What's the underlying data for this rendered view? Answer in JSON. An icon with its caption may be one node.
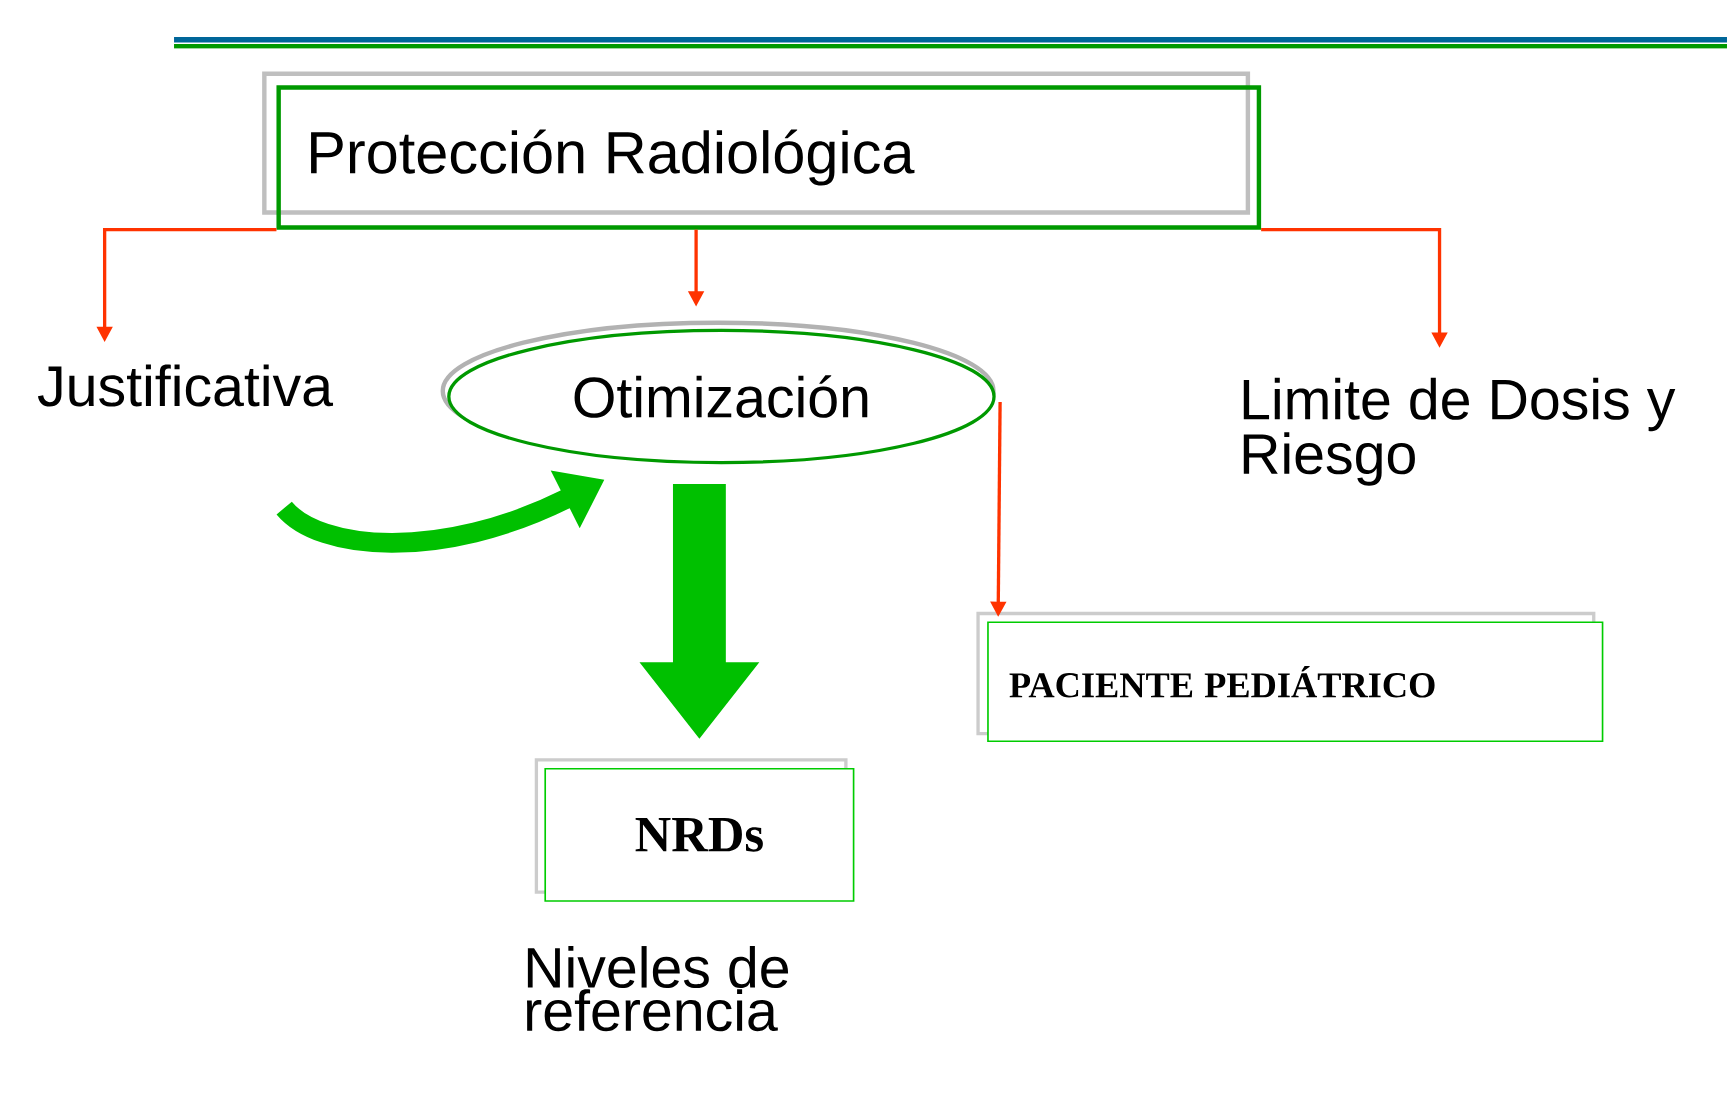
{
  "diagram": {
    "nodes": [
      {
        "text": [
          "Protección Radiológica"
        ]
      },
      {
        "text": [
          "Justificativa"
        ]
      },
      {
        "text": [
          "Otimización"
        ]
      },
      {
        "text": [
          "Limite de Dosis y Riesgo"
        ]
      },
      {
        "text": [
          "PACIENTE PEDIÁTRICO"
        ]
      },
      {
        "text": [
          "NRDs"
        ],
        "beside": [
          "Niveles de referencia"
        ]
      }
    ],
    "edges": [
      {
        "from": 0,
        "to": 1,
        "arrow": "to"
      },
      {
        "from": 0,
        "to": 2,
        "arrow": "to"
      },
      {
        "from": 0,
        "to": 3,
        "arrow": "to"
      },
      {
        "from": 2,
        "to": 4,
        "arrow": "to"
      },
      {
        "from": 2,
        "to": 5,
        "arrow": "to",
        "style": "thick",
        "color": "#00c000"
      },
      {
        "from": 1,
        "to": 2,
        "arrow": "to",
        "style": "thick",
        "color": "#00c000"
      }
    ]
  }
}
